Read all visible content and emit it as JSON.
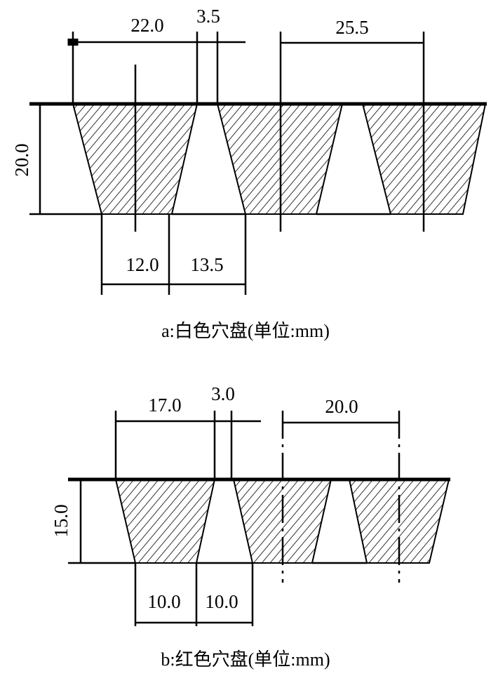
{
  "diagram_a": {
    "caption": "a:白色穴盘(单位:mm)",
    "dims": {
      "top_width": "22.0",
      "gap": "3.5",
      "pitch": "25.5",
      "depth": "20.0",
      "bottom_width": "12.0",
      "bottom_gap": "13.5"
    }
  },
  "diagram_b": {
    "caption": "b:红色穴盘(单位:mm)",
    "dims": {
      "top_width": "17.0",
      "gap": "3.0",
      "pitch": "20.0",
      "depth": "15.0",
      "bottom_width": "10.0",
      "bottom_gap": "10.0"
    }
  }
}
